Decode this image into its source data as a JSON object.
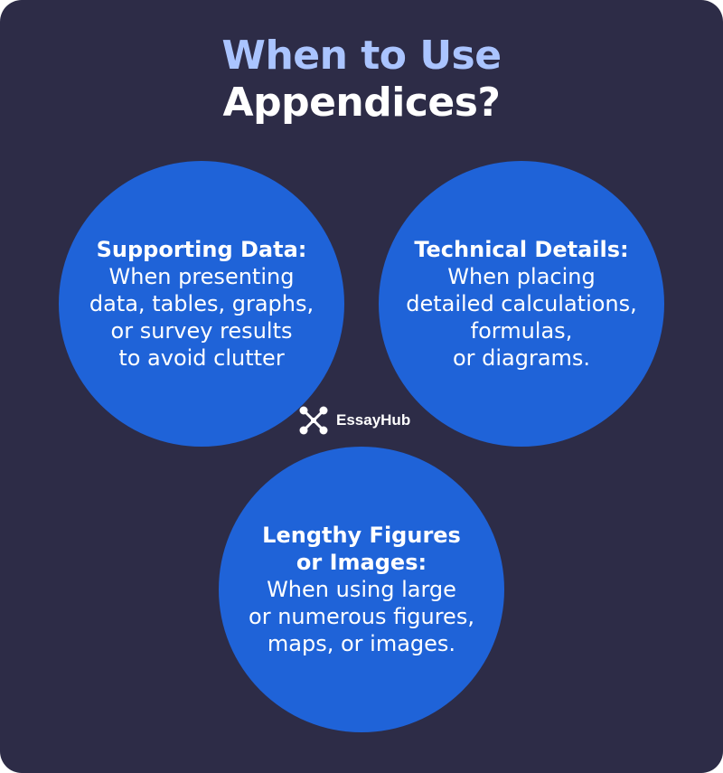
{
  "title": {
    "line1": "When to Use",
    "line2": "Appendices?"
  },
  "circles": [
    {
      "heading": "Supporting Data:",
      "body": "When presenting\ndata, tables, graphs,\nor survey results\nto avoid clutter"
    },
    {
      "heading": "Technical Details:",
      "body": "When placing\ndetailed calculations,\nformulas,\nor diagrams."
    },
    {
      "heading": "Lengthy Figures\nor Images:",
      "body": "When using large\nor numerous figures,\nmaps, or images."
    }
  ],
  "logo": {
    "name": "EssayHub",
    "icon": "essayhub-logo-icon"
  },
  "colors": {
    "background": "#2d2c47",
    "circle": "#1f63d8",
    "title_accent": "#aac4ff",
    "text": "#ffffff"
  }
}
